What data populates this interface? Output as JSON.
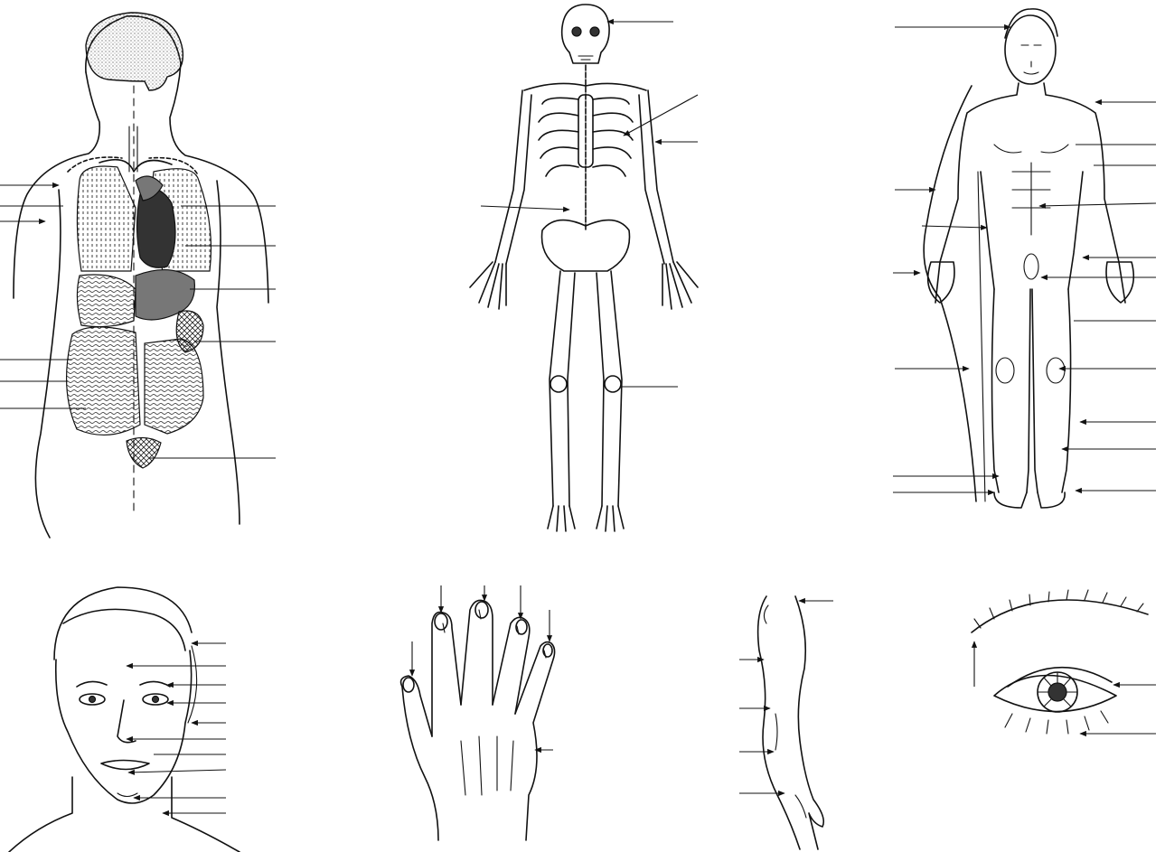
{
  "sheet": {
    "panels": [
      {
        "id": "internal-organs",
        "icon": "torso-organs-icon"
      },
      {
        "id": "skeleton",
        "icon": "skeleton-icon"
      },
      {
        "id": "body-front",
        "icon": "male-body-front-icon"
      },
      {
        "id": "face",
        "icon": "face-icon"
      },
      {
        "id": "hand",
        "icon": "hand-icon"
      },
      {
        "id": "arm",
        "icon": "arm-side-icon"
      },
      {
        "id": "eye",
        "icon": "eye-icon"
      }
    ],
    "line_color": "#111111",
    "background": "#ffffff"
  }
}
